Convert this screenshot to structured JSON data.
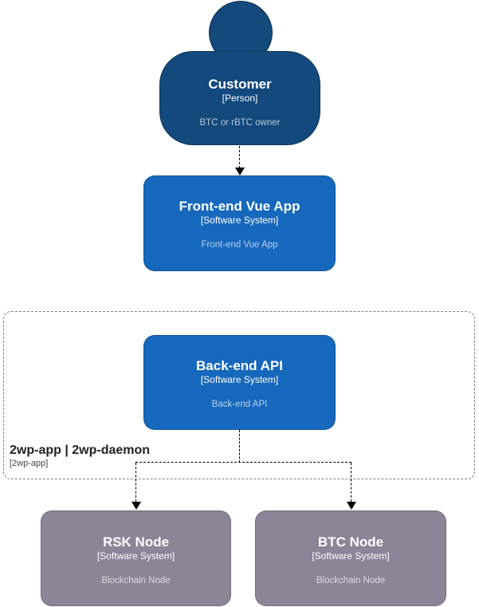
{
  "diagram": {
    "nodes": {
      "customer": {
        "name": "Customer",
        "type": "[Person]",
        "description": "BTC or rBTC owner"
      },
      "frontend": {
        "name": "Front-end Vue App",
        "type": "[Software System]",
        "description": "Front-end Vue App"
      },
      "backend": {
        "name": "Back-end API",
        "type": "[Software System]",
        "description": "Back-end API"
      },
      "rsk_node": {
        "name": "RSK Node",
        "type": "[Software System]",
        "description": "Blockchain Node"
      },
      "btc_node": {
        "name": "BTC Node",
        "type": "[Software System]",
        "description": "Blockchain Node"
      }
    },
    "boundary": {
      "title": "2wp-app | 2wp-daemon",
      "subtitle": "[2wp-app]"
    },
    "colors": {
      "person_fill": "#13497c",
      "system_fill": "#1668bd",
      "external_fill": "#8c8598",
      "boundary_border": "#7f7f7f",
      "connector": "#000000"
    }
  }
}
